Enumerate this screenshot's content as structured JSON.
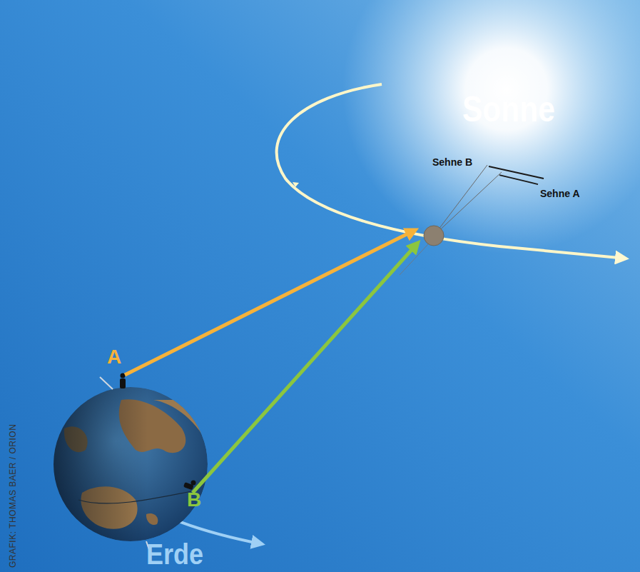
{
  "diagram": {
    "labels": [
      "Sonne",
      "Sehne B",
      "Sehne A",
      "A",
      "B",
      "Erde",
      "GRAFIK: THOMAS BAER / ORION"
    ]
  }
}
